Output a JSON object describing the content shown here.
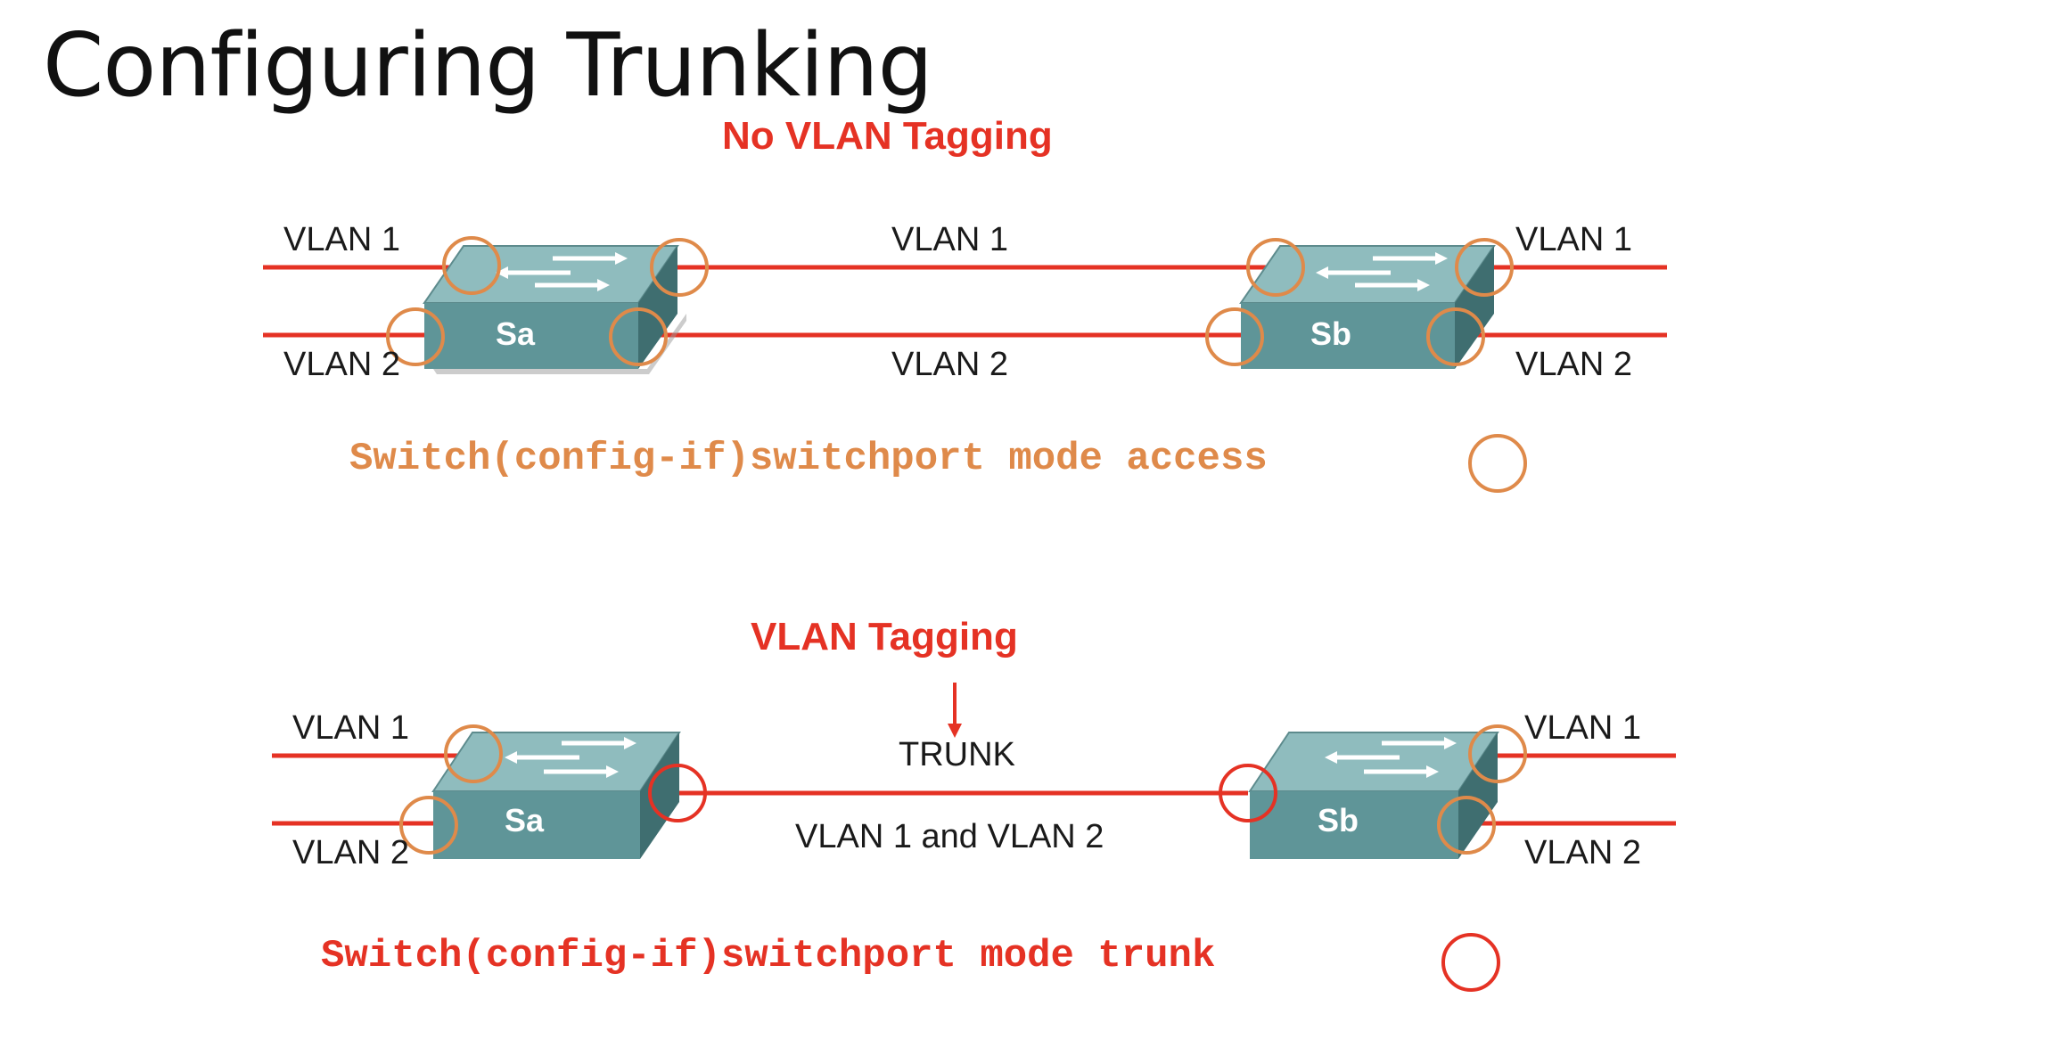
{
  "title": "Configuring Trunking",
  "colors": {
    "accent_red": "#e53224",
    "access_orange": "#df8a4a",
    "switch_teal": "#5f9598"
  },
  "access_section": {
    "heading": "No VLAN Tagging",
    "left_vlan1": "VLAN 1",
    "left_vlan2": "VLAN 2",
    "middle_vlan1": "VLAN 1",
    "middle_vlan2": "VLAN 2",
    "right_vlan1": "VLAN 1",
    "right_vlan2": "VLAN 2",
    "switch_a": "Sa",
    "switch_b": "Sb",
    "command": "Switch(config-if)switchport mode access"
  },
  "trunk_section": {
    "heading": "VLAN Tagging",
    "trunk_label": "TRUNK",
    "trunk_vlans": "VLAN 1 and VLAN 2",
    "left_vlan1": "VLAN 1",
    "left_vlan2": "VLAN 2",
    "right_vlan1": "VLAN 1",
    "right_vlan2": "VLAN 2",
    "switch_a": "Sa",
    "switch_b": "Sb",
    "command": "Switch(config-if)switchport mode trunk"
  }
}
